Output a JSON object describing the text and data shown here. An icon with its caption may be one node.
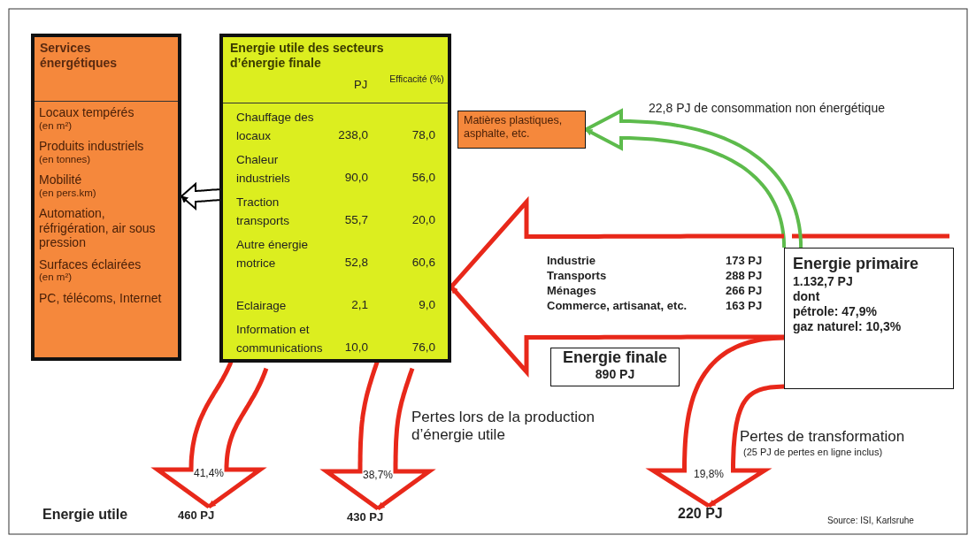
{
  "diagram": {
    "nodes": [
      {
        "text": [
          "Services énergétiques",
          "Locaux tempérés",
          "(en m²)",
          "Produits industriels",
          "(en tonnes)",
          "Mobilité",
          "(en pers.km)",
          "Automation, réfrigération, air sous pression",
          "Surfaces éclairées",
          "(en m²)",
          "PC, télécoms, Internet"
        ]
      },
      {
        "text": [
          "Energie utile des secteurs d’énergie finale",
          "PJ",
          "Efficacité (%)",
          "Chauffage des locaux",
          "238,0",
          "78,0",
          "Chaleur industriels",
          "90,0",
          "56,0",
          "Traction transports",
          "55,7",
          "20,0",
          "Autre énergie motrice",
          "52,8",
          "60,6",
          "Eclairage",
          "2,1",
          "9,0",
          "Information et communications",
          "10,0",
          "76,0"
        ]
      },
      {
        "text": [
          "Matières plastiques, asphalte, etc."
        ]
      },
      {
        "text": [
          "Energie primaire",
          "1.132,7 PJ",
          "dont",
          "pétrole: 47,9%",
          "gaz naturel: 10,3%"
        ]
      },
      {
        "text": [
          "Energie finale",
          "890 PJ"
        ]
      },
      {
        "text": [
          "460 PJ"
        ]
      },
      {
        "text": [
          "430 PJ"
        ]
      },
      {
        "text": [
          "220 PJ"
        ]
      }
    ],
    "edges": [
      {
        "from": 1,
        "to": 0,
        "arrow": "to",
        "color": "#000000"
      },
      {
        "from": 3,
        "to": 2,
        "arrow": "to",
        "label": "22,8 PJ de consommation non énergétique",
        "color": "#5dbb4c"
      },
      {
        "from": 3,
        "to": 1,
        "arrow": "to"
      },
      {
        "from": 1,
        "to": 5,
        "arrow": "to",
        "label": "41,4%"
      },
      {
        "from": 1,
        "to": 6,
        "arrow": "to",
        "label": "38,7%"
      },
      {
        "from": 3,
        "to": 7,
        "arrow": "to",
        "label": "19,8%"
      }
    ],
    "labels": [
      "Industrie",
      "173 PJ",
      "Transports",
      "288 PJ",
      "Ménages",
      "266 PJ",
      "Commerce, artisanat, etc.",
      "163 PJ",
      "Pertes lors de la production d’énergie utile",
      "Pertes de transformation",
      "(25 PJ de pertes en ligne inclus)",
      "Energie utile",
      "Source: ISI, Karlsruhe"
    ]
  }
}
